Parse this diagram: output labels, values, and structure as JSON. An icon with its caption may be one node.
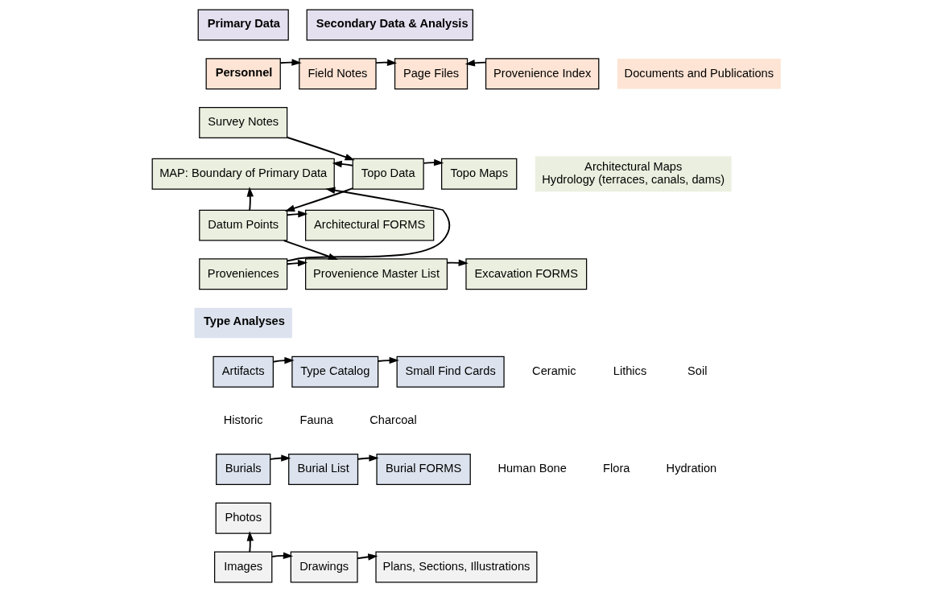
{
  "diagram": {
    "nodes": [
      {
        "text": [
          "Primary Data"
        ]
      },
      {
        "text": [
          "Secondary Data & Analysis"
        ]
      },
      {
        "text": [
          "Personnel"
        ]
      },
      {
        "text": [
          "Field Notes"
        ]
      },
      {
        "text": [
          "Page Files"
        ]
      },
      {
        "text": [
          "Provenience Index"
        ]
      },
      {
        "text": [
          "Documents and Publications"
        ]
      },
      {
        "text": [
          "MAP: Boundary of Primary Data"
        ]
      },
      {
        "text": [
          "Survey Notes"
        ]
      },
      {
        "text": [
          "Topo Data"
        ]
      },
      {
        "text": [
          "Topo Maps"
        ]
      },
      {
        "text": [
          "Datum Points"
        ]
      },
      {
        "text": [
          "Architectural FORMS"
        ]
      },
      {
        "text": [
          "Provenience Master List"
        ]
      },
      {
        "text": [
          "Excavation FORMS"
        ]
      },
      {
        "text": [
          "Proveniences"
        ]
      },
      {
        "text": [
          "Architectural Maps",
          "Hydrology (terraces, canals, dams)"
        ]
      },
      {
        "text": [
          "Artifacts"
        ]
      },
      {
        "text": [
          "Type Catalog"
        ]
      },
      {
        "text": [
          "Small Find Cards"
        ]
      },
      {
        "text": [
          "Type Analyses"
        ]
      },
      {
        "text": [
          "Burials"
        ]
      },
      {
        "text": [
          "Burial List"
        ]
      },
      {
        "text": [
          "Burial FORMS"
        ]
      },
      {
        "text": [
          "Images"
        ]
      },
      {
        "text": [
          "Photos"
        ]
      },
      {
        "text": [
          "Drawings"
        ]
      },
      {
        "text": [
          "Plans, Sections, Illustrations"
        ]
      }
    ],
    "edges": [
      {
        "from": 2,
        "to": 3,
        "arrow": "to"
      },
      {
        "from": 3,
        "to": 4,
        "arrow": "to"
      },
      {
        "from": 5,
        "to": 4,
        "arrow": "to"
      },
      {
        "from": 8,
        "to": 9,
        "arrow": "to"
      },
      {
        "from": 9,
        "to": 7,
        "arrow": "to"
      },
      {
        "from": 9,
        "to": 10,
        "arrow": "to"
      },
      {
        "from": 9,
        "to": 11,
        "arrow": "to"
      },
      {
        "from": 11,
        "to": 7,
        "arrow": "to"
      },
      {
        "from": 11,
        "to": 12,
        "arrow": "to"
      },
      {
        "from": 11,
        "to": 13,
        "arrow": "to"
      },
      {
        "from": 15,
        "to": 7,
        "arrow": "to"
      },
      {
        "from": 15,
        "to": 13,
        "arrow": "to"
      },
      {
        "from": 13,
        "to": 14,
        "arrow": "to"
      },
      {
        "from": 17,
        "to": 18,
        "arrow": "to"
      },
      {
        "from": 18,
        "to": 19,
        "arrow": "to"
      },
      {
        "from": 21,
        "to": 22,
        "arrow": "to"
      },
      {
        "from": 22,
        "to": 23,
        "arrow": "to"
      },
      {
        "from": 24,
        "to": 25,
        "arrow": "to"
      },
      {
        "from": 24,
        "to": 26,
        "arrow": "to"
      },
      {
        "from": 26,
        "to": 27,
        "arrow": "to"
      }
    ],
    "labels": [
      "Ceramic",
      "Lithics",
      "Soil",
      "Historic",
      "Fauna",
      "Charcoal",
      "Human Bone",
      "Flora",
      "Hydration"
    ]
  }
}
